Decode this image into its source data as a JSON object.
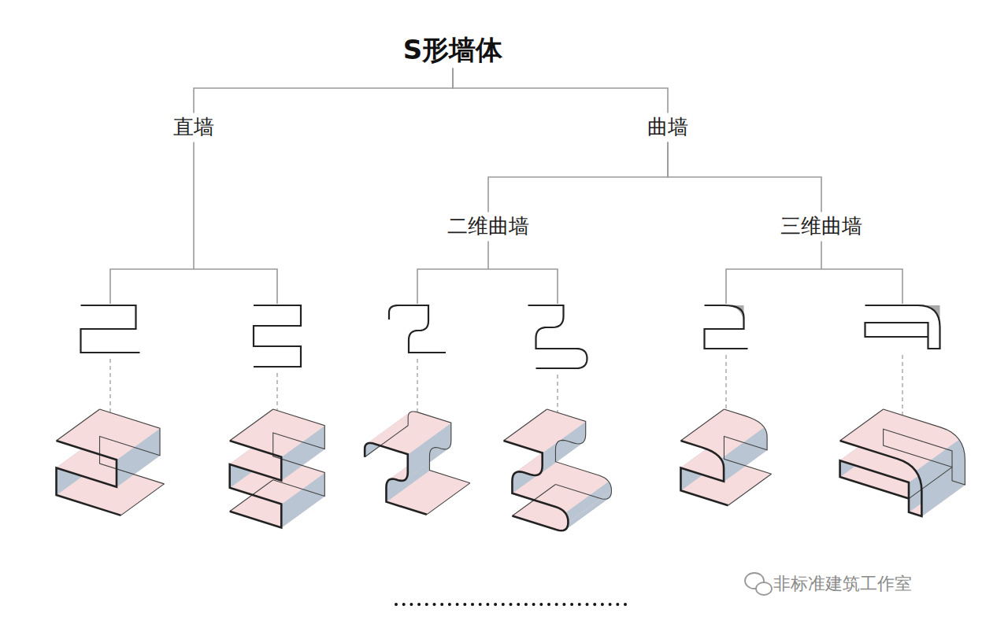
{
  "diagram": {
    "nodes": [
      {
        "text": [
          "S形墙体"
        ]
      },
      {
        "text": [
          "直墙"
        ]
      },
      {
        "text": [
          "曲墙"
        ]
      },
      {
        "text": [
          "二维曲墙"
        ]
      },
      {
        "text": [
          "三维曲墙"
        ]
      }
    ],
    "edges": [
      {
        "from": 0,
        "to": 1,
        "arrow": "none"
      },
      {
        "from": 0,
        "to": 2,
        "arrow": "none"
      },
      {
        "from": 2,
        "to": 3,
        "arrow": "none"
      },
      {
        "from": 2,
        "to": 4,
        "arrow": "none"
      }
    ],
    "labels": [
      "非标准建筑工作室"
    ]
  }
}
